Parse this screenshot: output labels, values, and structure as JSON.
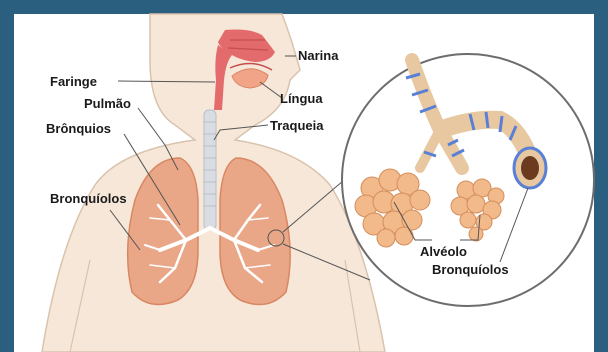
{
  "labels": {
    "narina": "Narina",
    "faringe": "Faringe",
    "lingua": "Língua",
    "pulmao": "Pulmão",
    "bronquios": "Brônquios",
    "traqueia": "Traqueia",
    "bronquiolos_left": "Bronquíolos",
    "alveolo": "Alvéolo",
    "bronquiolos_right": "Bronquíolos"
  },
  "colors": {
    "frame": "#2b5f80",
    "panel": "#ffffff",
    "skin": "#f6e7d8",
    "skin_outline": "#d9c3ad",
    "lung": "#e9a787",
    "lung_dark": "#d98763",
    "airway": "#e36b6b",
    "trachea": "#d9dde3",
    "alveolus": "#f2b98a",
    "ring": "#5a7fd6"
  }
}
